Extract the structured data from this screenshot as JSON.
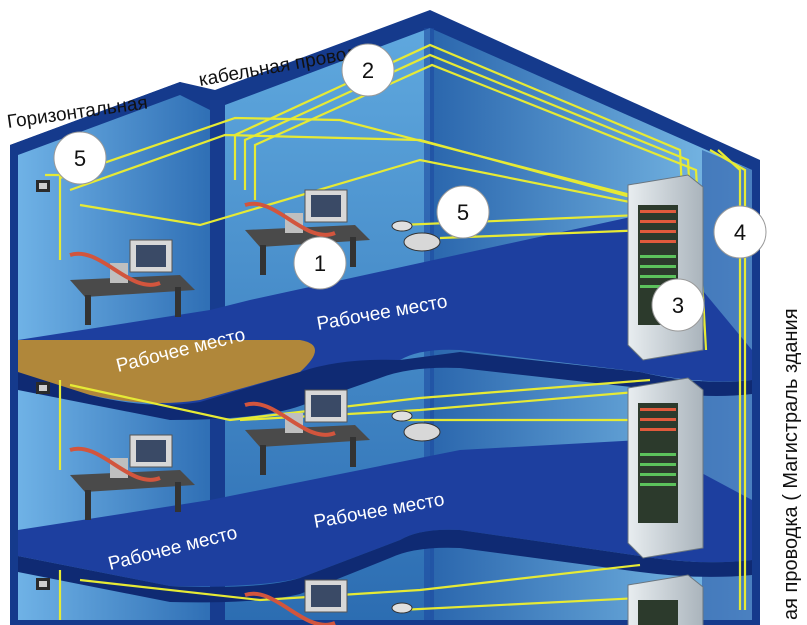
{
  "labels": {
    "horizontal": "Горизонтальная",
    "cabling": "кабельная проводка",
    "vertical": "ая проводка ( Магистраль здания"
  },
  "workplace": "Рабочее место",
  "markers": [
    "1",
    "2",
    "3",
    "4",
    "5",
    "5"
  ],
  "colors": {
    "wall": "#3f83c6",
    "floor": "#1f3f9e",
    "cable": "#e6ea35",
    "highlight_floor": "#b28a3a",
    "rack": "#cfd6dc"
  },
  "icons": [
    "workstation-icon",
    "wall-outlet-icon",
    "consolidation-point-icon",
    "server-rack-icon"
  ]
}
